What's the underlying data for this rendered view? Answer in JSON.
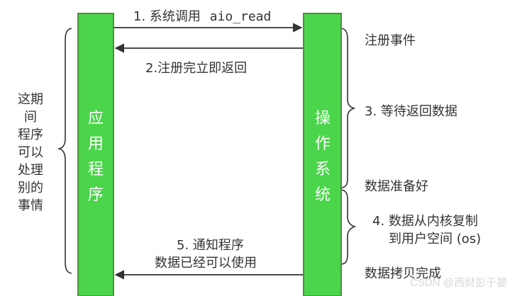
{
  "colors": {
    "box_fill": "#4ad54a",
    "box_stroke": "#4f8f3f",
    "line": "#333333",
    "text": "#333333",
    "watermark": "#d7d7d7"
  },
  "left_note": {
    "lines": [
      "这期",
      "间",
      "程序",
      "可以",
      "处理",
      "别的",
      "事情"
    ]
  },
  "app_box": {
    "label": [
      "应",
      "用",
      "程",
      "序"
    ]
  },
  "os_box": {
    "label": [
      "操",
      "作",
      "系",
      "统"
    ]
  },
  "arrows": {
    "call": {
      "prefix": "1. 系统调用",
      "code": "aio_read"
    },
    "return": "2.注册完立即返回",
    "notify": [
      "5. 通知程序",
      "数据已经可以使用"
    ]
  },
  "right_notes": {
    "register": "注册事件",
    "wait": "3. 等待返回数据",
    "ready": "数据准备好",
    "copy": [
      "4. 数据从内核复制",
      "到用户空间 (os)"
    ],
    "done": "数据拷贝完成"
  },
  "watermark": "CSDN @西财彭于晏"
}
